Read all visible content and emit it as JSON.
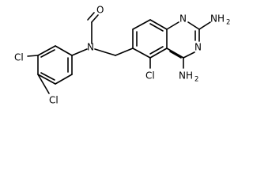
{
  "molecule": {
    "atoms": {
      "formyl_oxygen": "O",
      "amide_nitrogen": "N",
      "ring_nitrogen_1": "N",
      "ring_nitrogen_3": "N",
      "amino_2": "NH",
      "amino_2_sub": "2",
      "amino_4": "NH",
      "amino_4_sub": "2",
      "chloro_5": "Cl",
      "chloro_3p": "Cl",
      "chloro_4p": "Cl"
    },
    "colors": {
      "bond": "#000000",
      "label": "#000000",
      "background": "#ffffff"
    }
  }
}
